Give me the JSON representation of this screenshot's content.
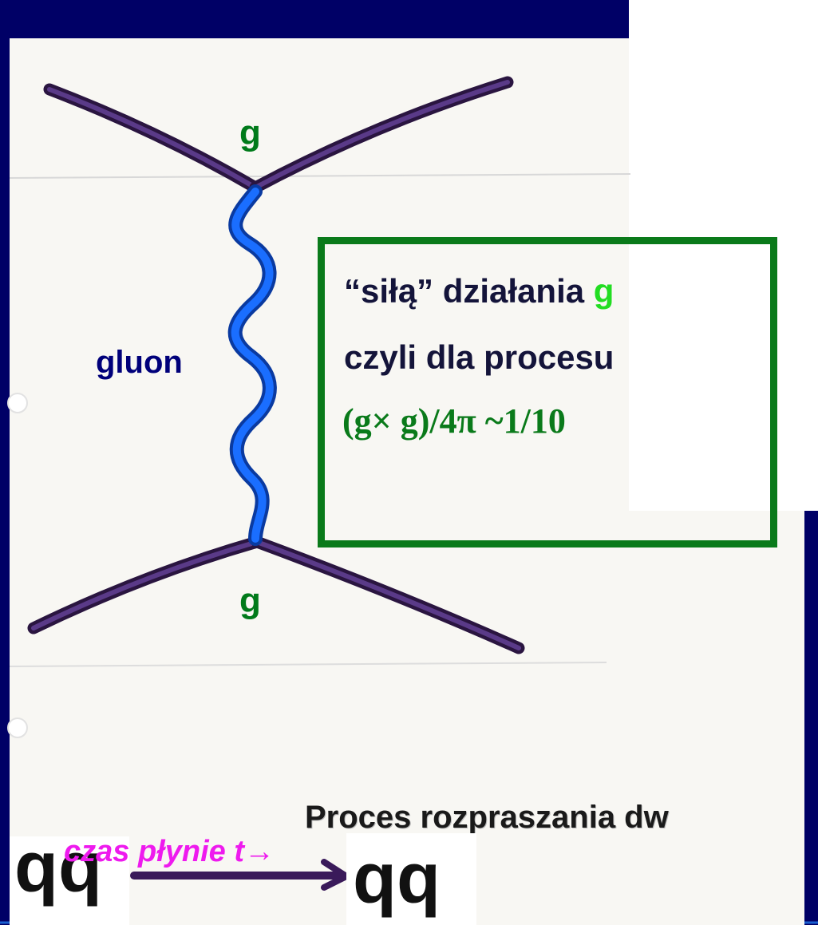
{
  "diagram": {
    "vertex_top_label": "g",
    "vertex_bottom_label": "g",
    "exchange_label": "gluon",
    "info_box": {
      "line1_prefix": "“siłą” działania ",
      "line1_symbol": "g",
      "line2": "czyli dla procesu",
      "line3": "(g× g)/4π ~1/10"
    },
    "caption": "Proces rozpraszania dw",
    "time_label": "czas płynie t→",
    "initial_state": "qq",
    "final_state": "qq"
  },
  "colors": {
    "title_bar": "#000066",
    "quark_line": "#3a1a5a",
    "gluon_line": "#1a66ee",
    "box_border": "#0a7a1a",
    "vertex_label": "#007a1a",
    "gluon_label": "#00007a",
    "time_label": "#ee1aee"
  }
}
